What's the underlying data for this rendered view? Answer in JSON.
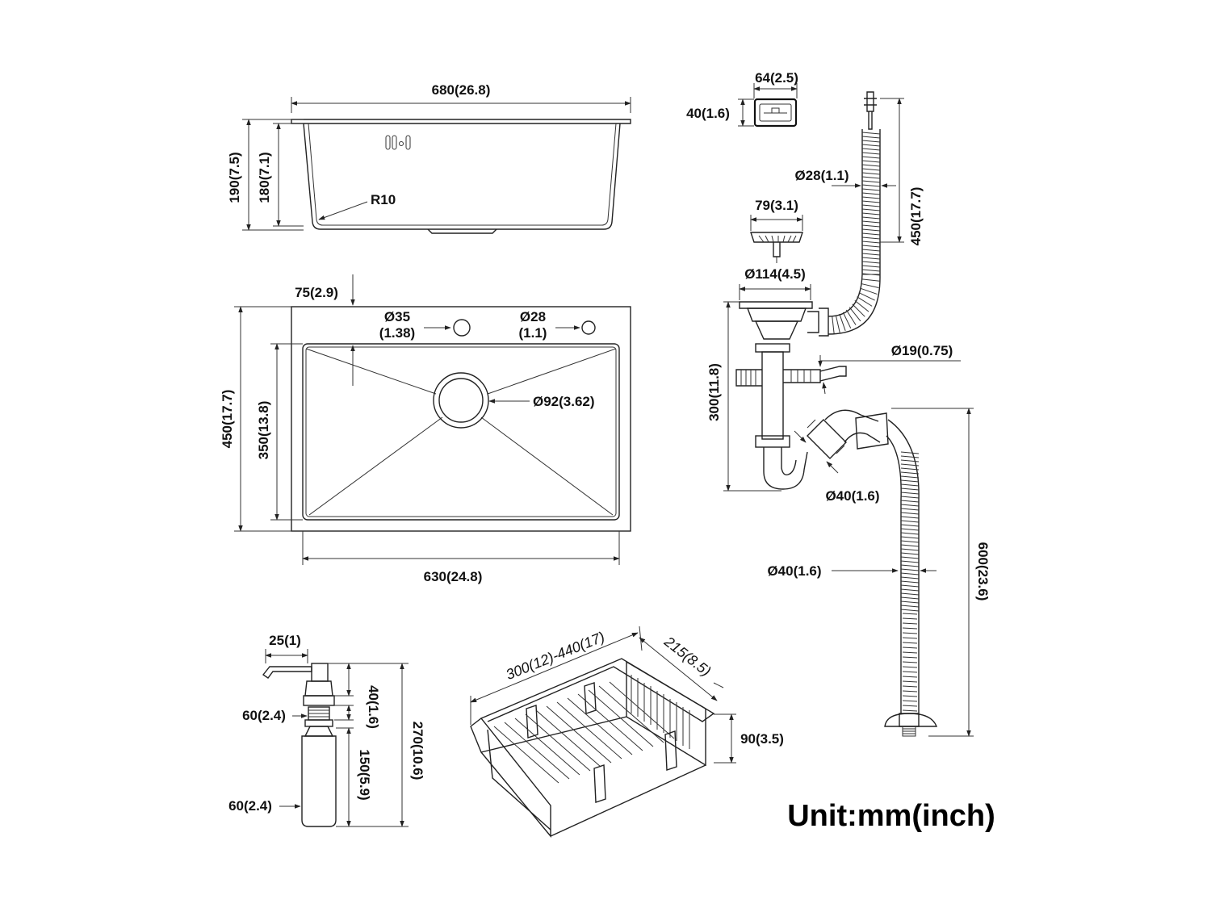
{
  "sink_side_view": {
    "width": "680(26.8)",
    "height_outer": "190(7.5)",
    "height_inner": "180(7.1)",
    "radius": "R10"
  },
  "sink_top_view": {
    "offset": "75(2.9)",
    "hole1_dia": "Ø35",
    "hole1_inch": "(1.38)",
    "hole2_dia": "Ø28",
    "hole2_inch": "(1.1)",
    "depth_outer": "450(17.7)",
    "depth_inner": "350(13.8)",
    "drain_dia": "Ø92(3.62)",
    "bowl_width": "630(24.8)"
  },
  "overflow_cap": {
    "width": "64(2.5)",
    "height": "40(1.6)"
  },
  "drain_assembly": {
    "overflow_hose_dia": "Ø28(1.1)",
    "overflow_hose_len": "450(17.7)",
    "strainer_dia": "79(3.1)",
    "flange_dia": "Ø114(4.5)",
    "side_inlet_dia": "Ø19(0.75)",
    "trap_height": "300(11.8)",
    "trap_dia": "Ø40(1.6)",
    "hose_dia": "Ø40(1.6)",
    "hose_len": "600(23.6)"
  },
  "soap_dispenser": {
    "spout": "25(1)",
    "head_height": "40(1.6)",
    "collar_dia": "60(2.4)",
    "bottle_height": "150(5.9)",
    "bottle_dia": "60(2.4)",
    "total_height": "270(10.6)"
  },
  "basket": {
    "length": "300(12)-440(17)",
    "width": "215(8.5)",
    "height": "90(3.5)"
  },
  "unit_label": "Unit:mm(inch)"
}
